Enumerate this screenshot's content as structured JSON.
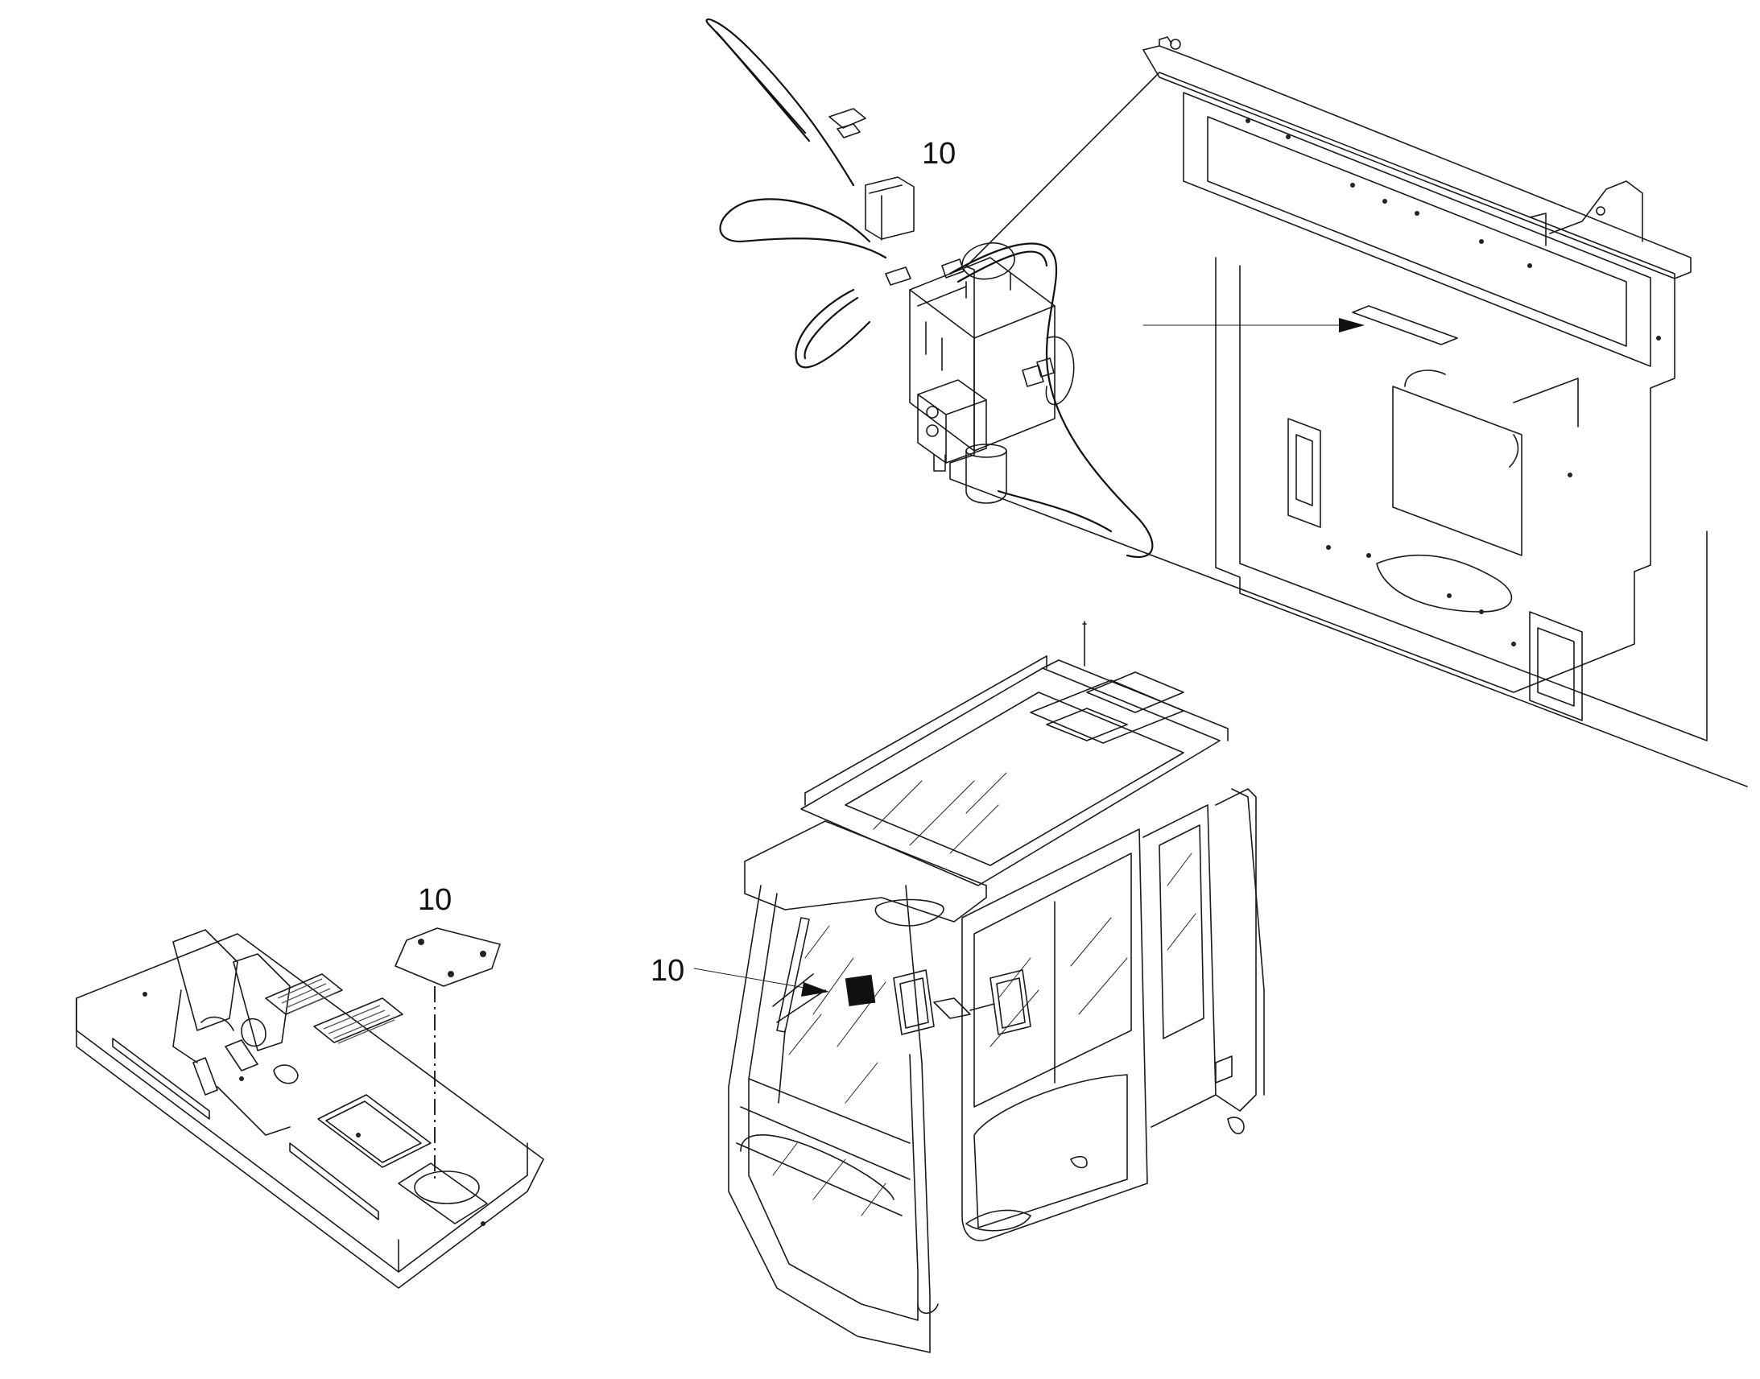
{
  "callouts": [
    {
      "id": "hydraulic-valve",
      "label": "10"
    },
    {
      "id": "pedal-decal",
      "label": "10"
    },
    {
      "id": "cab-window-decal",
      "label": "10"
    }
  ],
  "colors": {
    "line": "#1a1a1a",
    "background": "#ffffff",
    "fill": "#111111"
  }
}
